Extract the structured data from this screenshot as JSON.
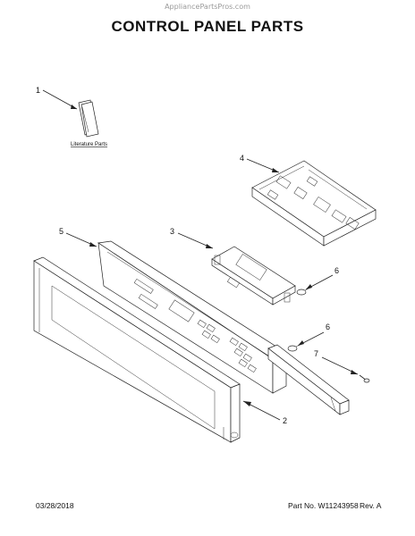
{
  "watermark": "AppliancePartsPros.com",
  "title": "CONTROL PANEL PARTS",
  "callouts": {
    "c1": "1",
    "c2": "2",
    "c3": "3",
    "c4": "4",
    "c5": "5",
    "c6a": "6",
    "c6b": "6",
    "c7": "7"
  },
  "literature_label": "Literature Parts",
  "footer": {
    "date": "03/28/2018",
    "part_number": "Part No. W11243958",
    "revision": "Rev. A"
  }
}
